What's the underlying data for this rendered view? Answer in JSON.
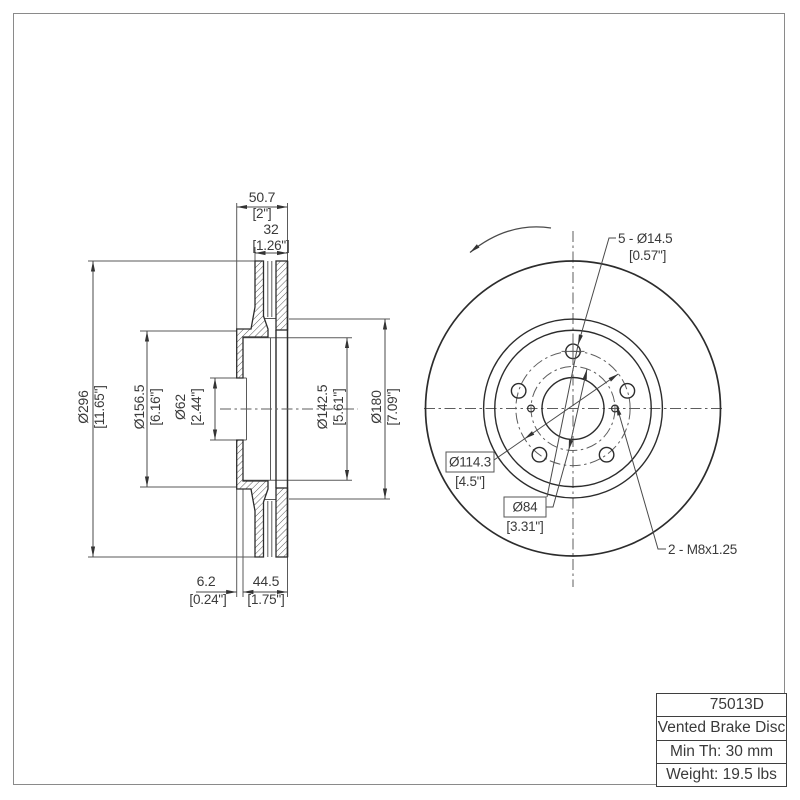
{
  "drawing": {
    "front_labels": {
      "bolt_holes_mm": "5 - Ø14.5",
      "bolt_holes_in": "[0.57\"]",
      "bolt_circle_mm": "Ø114.3",
      "bolt_circle_in": "[4.5\"]",
      "center_ring_mm": "Ø84",
      "center_ring_in": "[3.31\"]",
      "thread_holes": "2 - M8x1.25"
    },
    "section_dims": {
      "overall_width_mm": "50.7",
      "overall_width_in": "[2\"]",
      "plate_width_mm": "32",
      "plate_width_in": "[1.26\"]",
      "outer_dia_mm": "Ø296",
      "outer_dia_in": "[11.65\"]",
      "hat_dia_mm": "Ø156.5",
      "hat_dia_in": "[6.16\"]",
      "bore_dia_mm": "Ø62",
      "bore_dia_in": "[2.44\"]",
      "inner_face_dia_mm": "Ø142.5",
      "inner_face_dia_in": "[5.61\"]",
      "vent_dia_mm": "Ø180",
      "vent_dia_in": "[7.09\"]",
      "hat_offset_mm": "6.2",
      "hat_offset_in": "[0.24\"]",
      "assembly_width_mm": "44.5",
      "assembly_width_in": "[1.75\"]"
    },
    "title_block": {
      "part_number": "75013D",
      "description": "Vented Brake Disc",
      "min_thickness": "Min Th: 30 mm",
      "weight": "Weight: 19.5 lbs"
    }
  }
}
